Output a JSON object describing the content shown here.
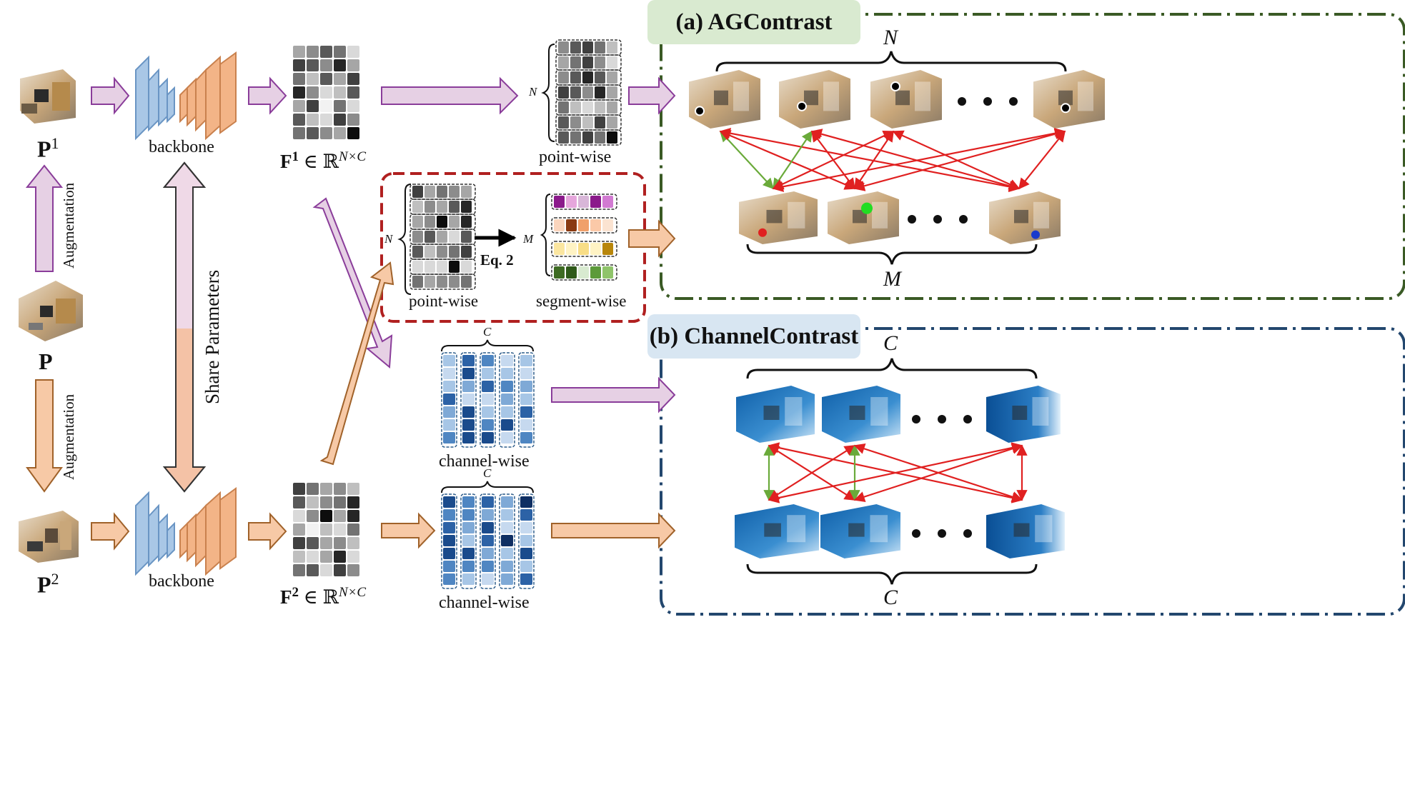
{
  "labels": {
    "p1": "P",
    "p1_sup": "1",
    "p": "P",
    "p2": "P",
    "p2_sup": "2",
    "backbone_top": "backbone",
    "backbone_bottom": "backbone",
    "f1": "F",
    "f1_sup": "1",
    "f1_space": " ∈ ℝ",
    "f1_dims": "N×C",
    "f2": "F",
    "f2_sup": "2",
    "f2_space": " ∈ ℝ",
    "f2_dims": "N×C",
    "augmentation_top": "Augmentation",
    "augmentation_bottom": "Augmentation",
    "share_parameters": "Share Parameters",
    "point_wise_top": "point-wise",
    "point_wise_box": "point-wise",
    "segment_wise": "segment-wise",
    "eq": "Eq. 2",
    "n_brace_top": "N",
    "n_brace_box": "N",
    "m_brace_box": "M",
    "channel_wise_mid": "channel-wise",
    "channel_wise_bottom": "channel-wise",
    "c_brace_mid": "C",
    "c_brace_bottom": "C"
  },
  "panels": {
    "a_title": "(a) AGContrast",
    "a_top_symbol": "N",
    "a_bottom_symbol": "M",
    "b_title": "(b) ChannelContrast",
    "b_top_symbol": "C",
    "b_bottom_symbol": "C"
  },
  "colors": {
    "purple_arrow": "#e6d0e4",
    "purple_edge": "#8a3d9a",
    "orange_arrow": "#f7c9a6",
    "orange_edge": "#a0622a",
    "green_panel": "#3a5a25",
    "blue_panel": "#23476e",
    "red_box": "#b02020",
    "pos_pair": "#6aaa3a",
    "neg_pair": "#e02020"
  }
}
